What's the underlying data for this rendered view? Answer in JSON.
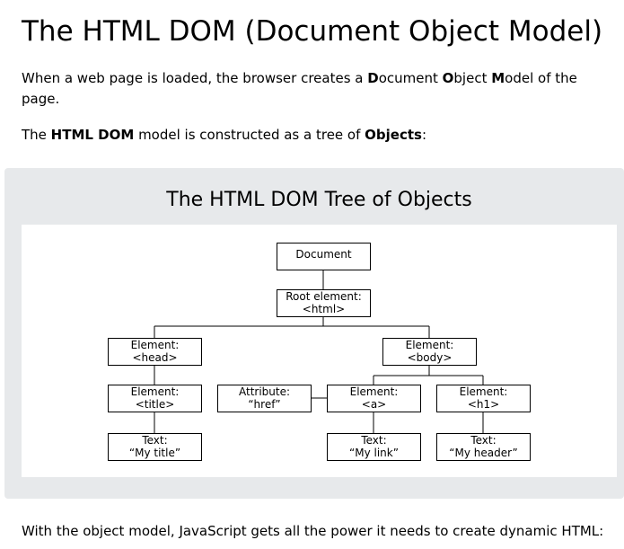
{
  "page": {
    "title": "The HTML DOM (Document Object Model)"
  },
  "intro": {
    "p1": [
      {
        "text": "When a web page is loaded, the browser creates a ",
        "bold": false
      },
      {
        "text": "D",
        "bold": true
      },
      {
        "text": "ocument ",
        "bold": false
      },
      {
        "text": "O",
        "bold": true
      },
      {
        "text": "bject ",
        "bold": false
      },
      {
        "text": "M",
        "bold": true
      },
      {
        "text": "odel of the page.",
        "bold": false
      }
    ],
    "p2": [
      {
        "text": "The ",
        "bold": false
      },
      {
        "text": "HTML DOM",
        "bold": true
      },
      {
        "text": " model is constructed as a tree of ",
        "bold": false
      },
      {
        "text": "Objects",
        "bold": true
      },
      {
        "text": ":",
        "bold": false
      }
    ]
  },
  "figure": {
    "title": "The HTML DOM Tree of Objects",
    "nodes": [
      {
        "id": "document",
        "lines": [
          "Document"
        ]
      },
      {
        "id": "root",
        "lines": [
          "Root element:",
          "<html>"
        ]
      },
      {
        "id": "head",
        "lines": [
          "Element:",
          "<head>"
        ]
      },
      {
        "id": "body",
        "lines": [
          "Element:",
          "<body>"
        ]
      },
      {
        "id": "title",
        "lines": [
          "Element:",
          "<title>"
        ]
      },
      {
        "id": "attr",
        "lines": [
          "Attribute:",
          "“href”"
        ]
      },
      {
        "id": "a",
        "lines": [
          "Element:",
          "<a>"
        ]
      },
      {
        "id": "h1",
        "lines": [
          "Element:",
          "<h1>"
        ]
      },
      {
        "id": "text-title",
        "lines": [
          "Text:",
          "“My title”"
        ]
      },
      {
        "id": "text-link",
        "lines": [
          "Text:",
          "“My link”"
        ]
      },
      {
        "id": "text-header",
        "lines": [
          "Text:",
          "“My header”"
        ]
      }
    ]
  },
  "outro": {
    "text": "With the object model, JavaScript gets all the power it needs to create dynamic HTML:"
  }
}
